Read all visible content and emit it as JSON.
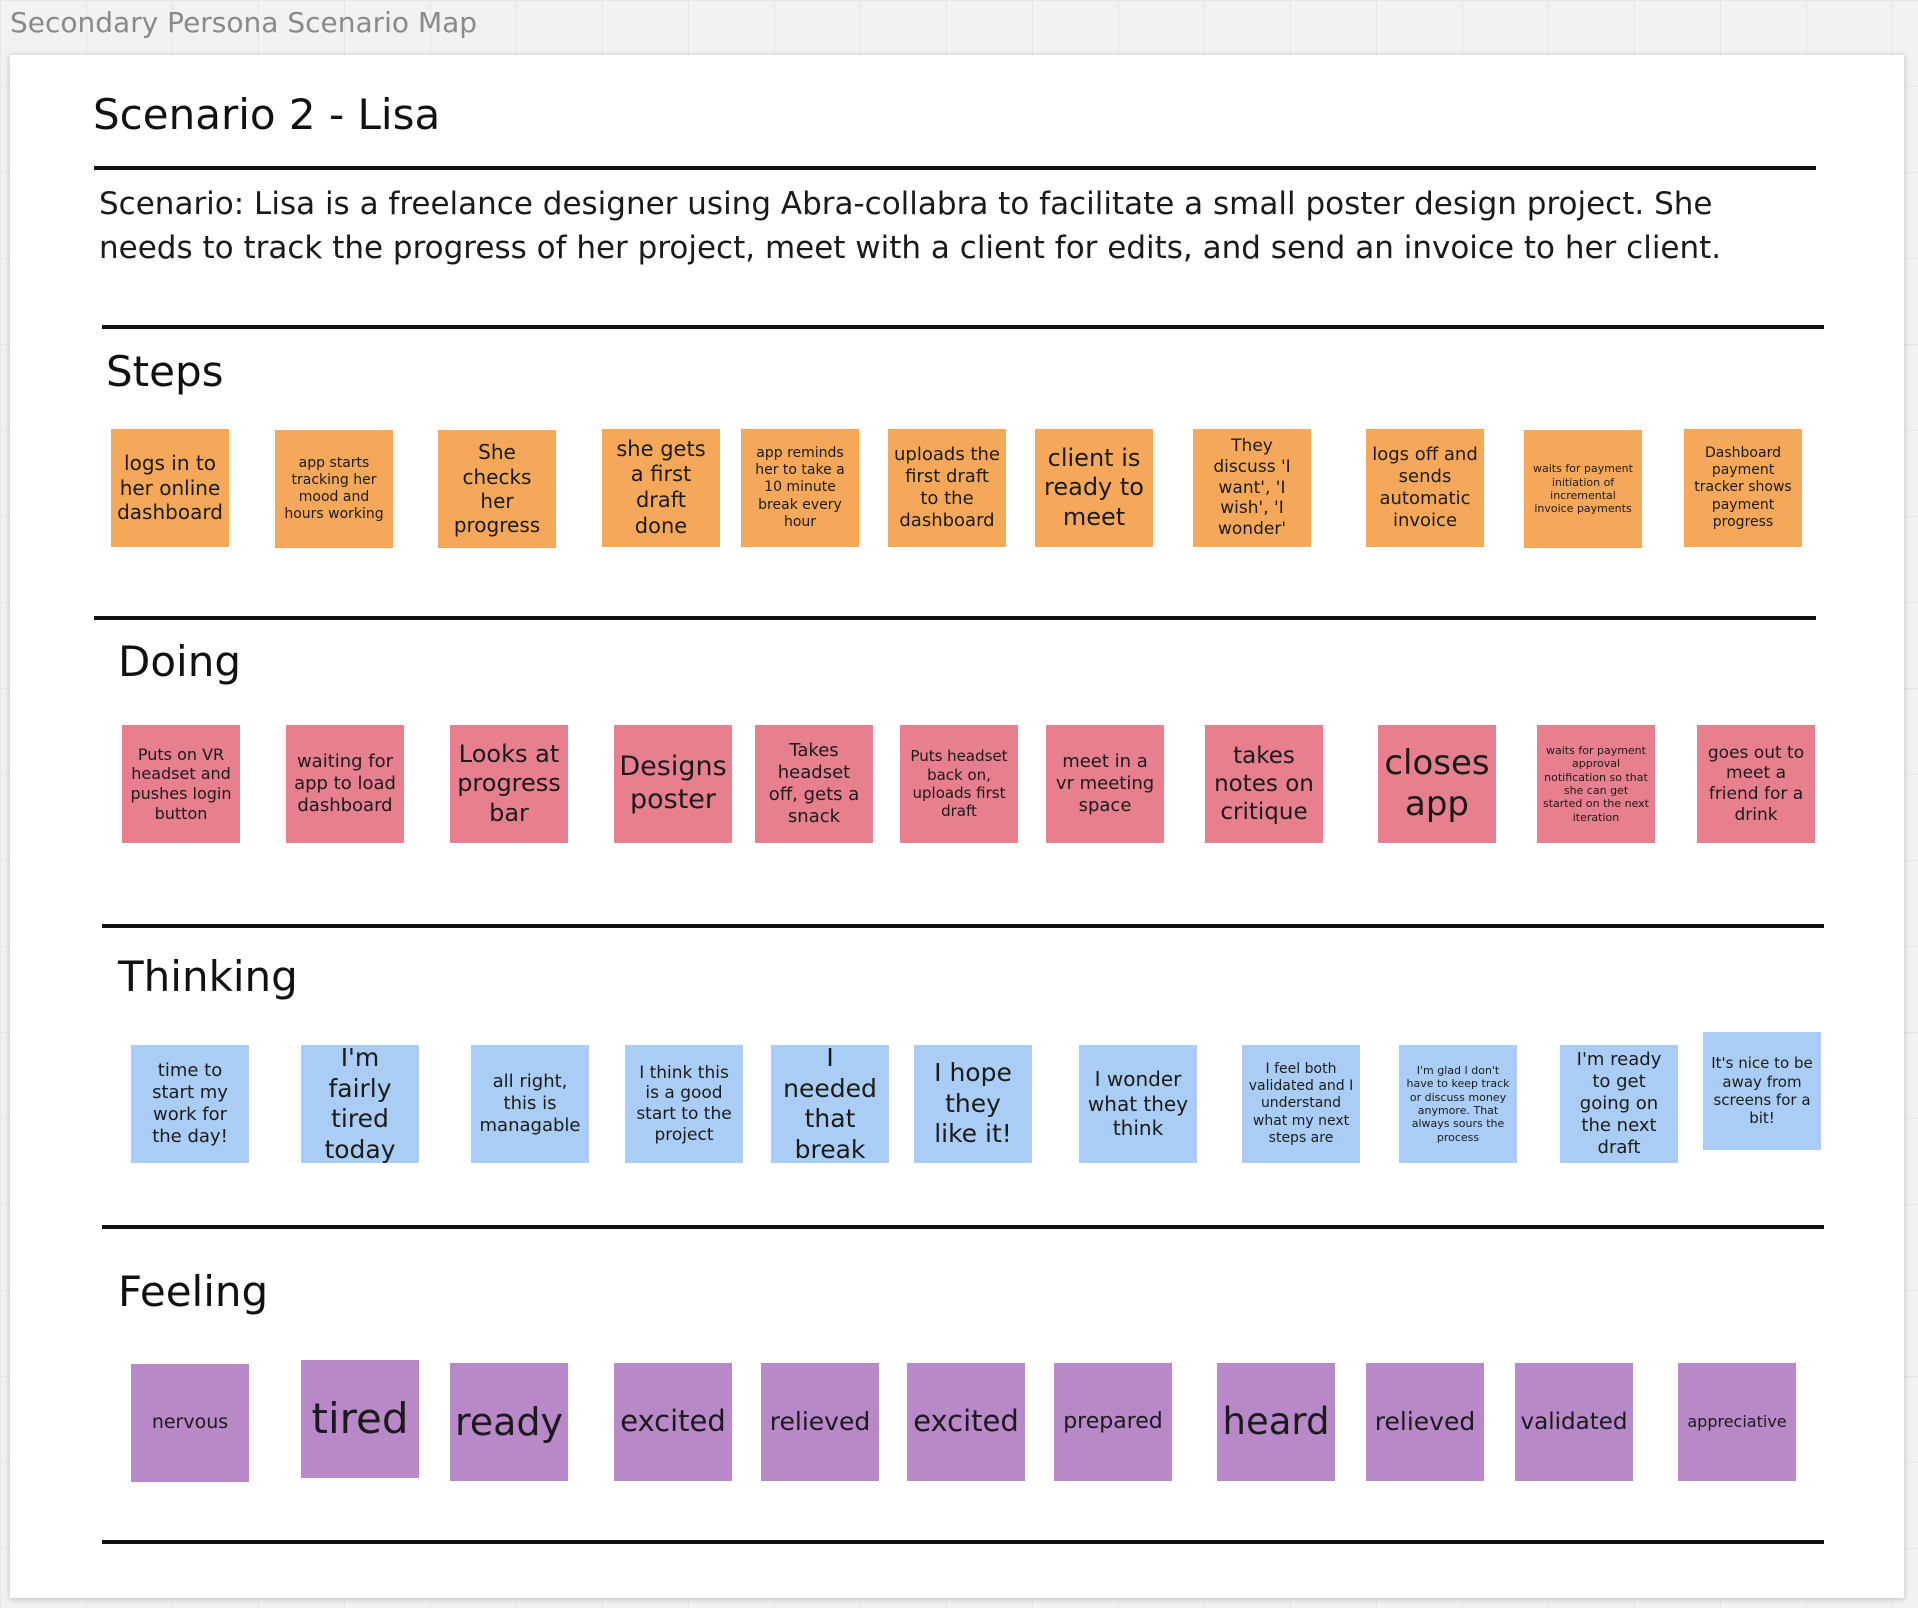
{
  "board_title": "Secondary Persona Scenario Map",
  "scenario_title": "Scenario 2 - Lisa",
  "scenario_text": "Scenario: Lisa is a freelance designer using Abra-collabra to facilitate a small poster design project. She needs to track the progress of her project, meet with a client for edits, and send an invoice to her client.",
  "colors": {
    "steps": "#f6a85a",
    "doing": "#e77f8e",
    "thinking": "#a9cdf5",
    "feeling": "#b888c9"
  },
  "steps": {
    "heading": "Steps",
    "notes": [
      "logs in to her online dashboard",
      "app starts tracking her mood and hours working",
      "She checks her progress",
      "she gets a first draft done",
      "app reminds her to take a 10 minute break every hour",
      "uploads the first draft to the dashboard",
      "client is ready to meet",
      "They discuss 'I want', 'I wish', 'I wonder'",
      "logs off and sends automatic invoice",
      "waits for payment initiation of incremental invoice payments",
      "Dashboard payment tracker shows payment progress"
    ]
  },
  "doing": {
    "heading": "Doing",
    "notes": [
      "Puts on VR headset and pushes login button",
      "waiting for app to load dashboard",
      "Looks at progress bar",
      "Designs poster",
      "Takes headset off, gets a snack",
      "Puts headset back on, uploads first draft",
      "meet in a vr meeting space",
      "takes notes on critique",
      "closes app",
      "waits for payment approval notification so that she can get started on the next iteration",
      "goes out to meet a friend for a drink"
    ]
  },
  "thinking": {
    "heading": "Thinking",
    "notes": [
      "time to start my work for the day!",
      "I'm fairly tired today",
      "all right, this is managable",
      "I think this is a good start to the project",
      "I needed that break",
      "I hope they like it!",
      "I wonder what they think",
      "I feel both validated and I understand what my next steps are",
      "I'm glad I don't have to keep track or discuss money anymore. That always sours the process",
      "I'm ready to get going on the next draft",
      "It's nice to be away from screens for a bit!"
    ]
  },
  "feeling": {
    "heading": "Feeling",
    "notes": [
      "nervous",
      "tired",
      "ready",
      "excited",
      "relieved",
      "excited",
      "prepared",
      "heard",
      "relieved",
      "validated",
      "appreciative"
    ]
  }
}
